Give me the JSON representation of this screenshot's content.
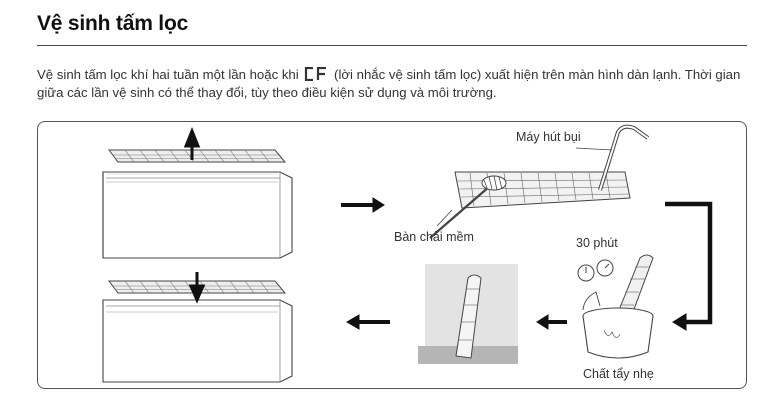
{
  "section": {
    "title": "Vệ sinh tấm lọc",
    "paragraph_before": "Vệ sinh tấm lọc khí hai tuần một lần hoặc khi",
    "paragraph_after": "(lời nhắc vệ sinh tấm lọc) xuất hiện trên màn hình dàn lạnh. Thời gian giữa các lần vệ sinh có thể thay đổi, tùy theo điều kiện sử dụng và môi trường.",
    "display_code_glyph": "CF"
  },
  "illustration": {
    "labels": {
      "vacuum": "Máy hút bụi",
      "brush": "Bàn chải mềm",
      "soak_time": "30 phút",
      "detergent": "Chất tẩy nhẹ"
    },
    "steps": [
      "remove-filter",
      "vacuum-and-brush",
      "soak-in-detergent",
      "dry-in-shade",
      "reinsert-filter"
    ]
  },
  "colors": {
    "line": "#444444",
    "arrow": "#111111",
    "panel_border": "#555555"
  }
}
